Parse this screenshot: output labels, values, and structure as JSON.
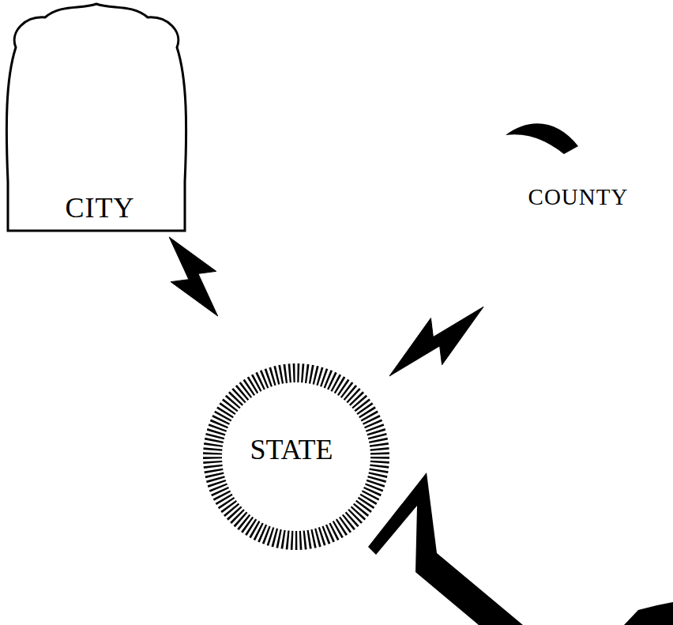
{
  "diagram": {
    "nodes": [
      {
        "text": [
          "CITY"
        ]
      },
      {
        "text": [
          "COUNTY"
        ]
      },
      {
        "text": [
          "STATE"
        ]
      }
    ],
    "edges": [
      {
        "from": 0,
        "to": 2,
        "arrow": "none"
      },
      {
        "from": 2,
        "to": 1,
        "arrow": "none"
      }
    ]
  }
}
